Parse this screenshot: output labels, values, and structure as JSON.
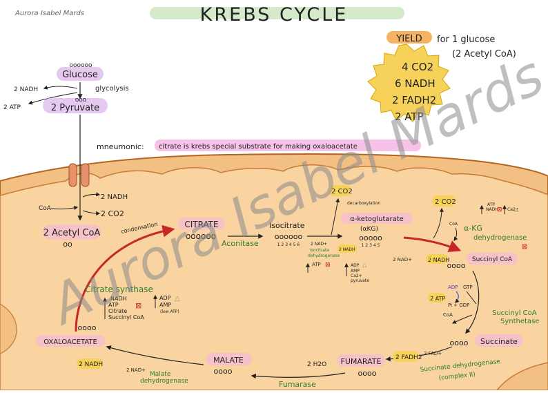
{
  "page": {
    "signature": "Aurora Isabel Mards",
    "title": "KREBS CYCLE",
    "watermark": "Aurora Isabel Mards"
  },
  "yield_box": {
    "label": "YIELD",
    "label_rest": "for 1 glucose",
    "subtitle": "(2 Acetyl CoA)",
    "items": [
      "4 CO2",
      "6 NADH",
      "2 FADH2",
      "2 ATP"
    ]
  },
  "glycolysis": {
    "glucose": "Glucose",
    "glucose_dots": "oooooo",
    "nadh": "2 NADH",
    "process": "glycolysis",
    "atp": "2 ATP",
    "pyruvate": "2 Pyruvate",
    "pyruvate_dots": "ooo"
  },
  "mnemonic": {
    "label": "mneumonic:",
    "text": "citrate is krebs special substrate for making oxaloacetate"
  },
  "link_reaction": {
    "nadh": "2 NADH",
    "coa": "CoA",
    "co2": "2 CO2"
  },
  "molecules": {
    "acetyl_coa": "2 Acetyl CoA",
    "acetyl_dots": "oo",
    "citrate": "CITRATE",
    "citrate_dots": "oooooo",
    "isocitrate": "Isocitrate",
    "isocitrate_dots": "oooooo",
    "isocitrate_nums": "1 2 3 4 5 6",
    "akg": "α-ketoglutarate",
    "akg_abbr": "(αKG)",
    "akg_dots": "ooooo",
    "akg_nums": "1 2 3 4 5",
    "succinyl_coa": "Succinyl CoA",
    "succinyl_dots": "oooo",
    "succinate": "Succinate",
    "succinate_dots": "oooo",
    "fumarate": "FUMARATE",
    "fumarate_dots": "oooo",
    "malate": "MALATE",
    "malate_dots": "oooo",
    "oxaloacetate": "OXALOACETATE",
    "oxaloacetate_dots": "oooo"
  },
  "reactions": {
    "condensation": "condensation",
    "aconitase": "Aconitase",
    "idh_nad": "2 NAD+",
    "idh_name": "Isocitrate dehydrogenase",
    "idh_nadh": "2 NADH",
    "idh_atp": "ATP",
    "idh_activators": [
      "ADP",
      "AMP",
      "Ca2+",
      "pyruvate"
    ],
    "decarb_co2": "2 CO2",
    "decarb_label": "decarboxylation",
    "akg_co2": "2 CO2",
    "akg_inhibitors": [
      "ATP",
      "NADH"
    ],
    "akg_activator": "Ca2+",
    "akg_coa": "CoA",
    "akgdh_name": "α-KG dehydrogenase",
    "akgdh_nad": "2 NAD+",
    "akgdh_nadh": "2 NADH",
    "scs_adp": "ADP",
    "scs_gtp": "GTP",
    "scs_atp": "2 ATP",
    "scs_pi": "Pi + GDP",
    "scs_coa": "CoA",
    "scs_name": "Succinyl CoA Synthetase",
    "sdh_fadh2": "2 FADH2",
    "sdh_fad": "2 FAD+",
    "sdh_name": "Succinate dehydrogenase (complex II)",
    "fumarase_h2o": "2 H2O",
    "fumarase_name": "Fumarase",
    "mdh_nad": "2 NAD+",
    "mdh_nadh": "2 NADH",
    "mdh_name": "Malate dehydrogenase",
    "cs_name": "Citrate synthase",
    "cs_inhibitors": [
      "NADH",
      "ATP",
      "Citrate",
      "Succinyl CoA"
    ],
    "cs_activators": [
      "ADP",
      "AMP"
    ],
    "cs_note": "(low ATP)"
  },
  "colors": {
    "matrix": "#f9d3a0",
    "matrix_edge": "#b4641e",
    "membrane_cristae": "#f3c084",
    "title_bar": "#d4eacb",
    "molecule_pink": "#f6c2c8",
    "glucose_purple": "#e5c9f0",
    "yellow_highlight": "#f7d25a",
    "green_text": "#2f7d2f",
    "red_arrow": "#c62828",
    "watermark": "#8c8c8c"
  }
}
